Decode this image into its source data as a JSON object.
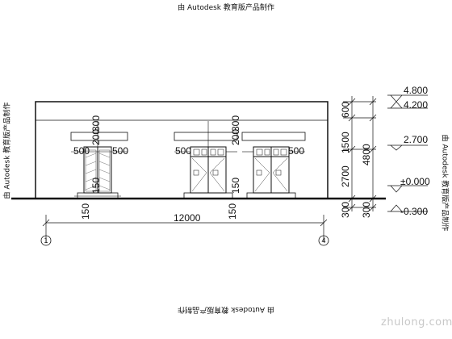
{
  "watermark": "由 Autodesk 教育版产品制作",
  "brand": "zhulong.com",
  "dims": {
    "elev_top": "4.800",
    "elev_eave": "4.200",
    "elev_mid": "2.700",
    "elev_zero": "±0.000",
    "elev_ground": "-0.300",
    "seg_600": "600",
    "seg_1500": "1500",
    "seg_2700": "2700",
    "seg_4800": "4800",
    "seg_300": "300",
    "span_total": "12000",
    "w500": "500",
    "h200": "200",
    "h300": "300",
    "h150": "150"
  },
  "axes": {
    "left": "1",
    "right": "4"
  }
}
